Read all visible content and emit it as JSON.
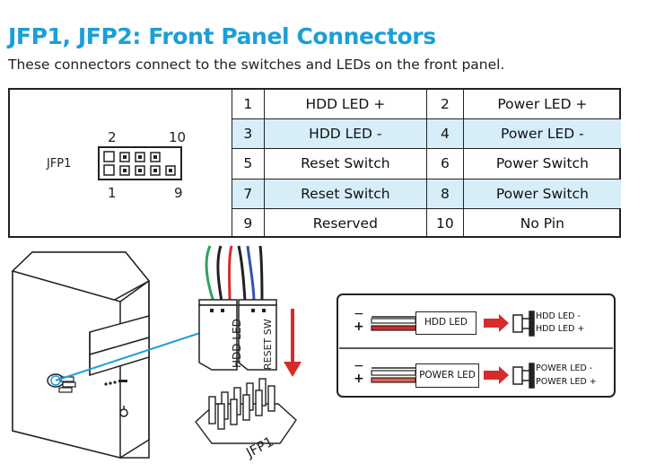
{
  "title": "JFP1, JFP2: Front Panel Connectors",
  "subtitle": "These connectors connect to the switches and LEDs on the front panel.",
  "header": {
    "name": "JFP1",
    "pin_top_left": "2",
    "pin_top_right": "10",
    "pin_bottom_left": "1",
    "pin_bottom_right": "9"
  },
  "pin_table": [
    {
      "pin_a": "1",
      "func_a": "HDD LED +",
      "pin_b": "2",
      "func_b": "Power LED +"
    },
    {
      "pin_a": "3",
      "func_a": "HDD LED -",
      "pin_b": "4",
      "func_b": "Power LED -"
    },
    {
      "pin_a": "5",
      "func_a": "Reset Switch",
      "pin_b": "6",
      "func_b": "Power Switch"
    },
    {
      "pin_a": "7",
      "func_a": "Reset Switch",
      "pin_b": "8",
      "func_b": "Power Switch"
    },
    {
      "pin_a": "9",
      "func_a": "Reserved",
      "pin_b": "10",
      "func_b": "No Pin"
    }
  ],
  "illustration": {
    "connector_label_1": "HDD LED",
    "connector_label_2": "RESET SW",
    "board_header_label": "JFP1",
    "case_button_symbol": "O"
  },
  "legend": {
    "minus": "−",
    "plus": "+",
    "hdd_box": "HDD LED",
    "hdd_minus": "HDD LED -",
    "hdd_plus": "HDD LED +",
    "power_box": "POWER LED",
    "power_minus": "POWER LED -",
    "power_plus": "POWER LED +"
  },
  "colors": {
    "title": "#1a9fd8",
    "row_highlight": "#d7eef9",
    "arrow_red": "#d62b2b",
    "cable_blue": "#1a9fd8"
  }
}
